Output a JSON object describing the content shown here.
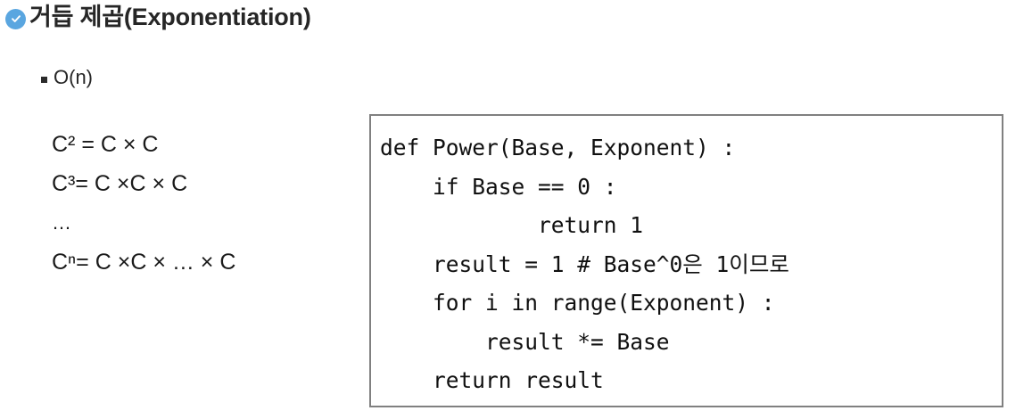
{
  "slide": {
    "title": {
      "bullet_icon": "check-circle-icon",
      "bullet_color": "#5aa6e0",
      "text": "거듭 제곱(Exponentiation)"
    },
    "sub_bullets": [
      {
        "bullet_icon": "square-bullet-icon",
        "text": "O(n)"
      }
    ],
    "math_lines": [
      "C² = C × C",
      "C³= C ×C × C",
      "…",
      "Cⁿ= C ×C × … × C"
    ],
    "code_block": {
      "border_color": "#808080",
      "background": "#ffffff",
      "language": "python",
      "lines": [
        "def Power(Base, Exponent) :",
        "    if Base == 0 :",
        "            return 1",
        "    result = 1 # Base^0은 1이므로",
        "    for i in range(Exponent) :",
        "        result *= Base",
        "    return result"
      ],
      "text": "def Power(Base, Exponent) :\n    if Base == 0 :\n            return 1\n    result = 1 # Base^0은 1이므로\n    for i in range(Exponent) :\n        result *= Base\n    return result"
    }
  },
  "colors": {
    "background": "#ffffff",
    "text": "#262626",
    "accent": "#5aa6e0",
    "border": "#808080"
  }
}
